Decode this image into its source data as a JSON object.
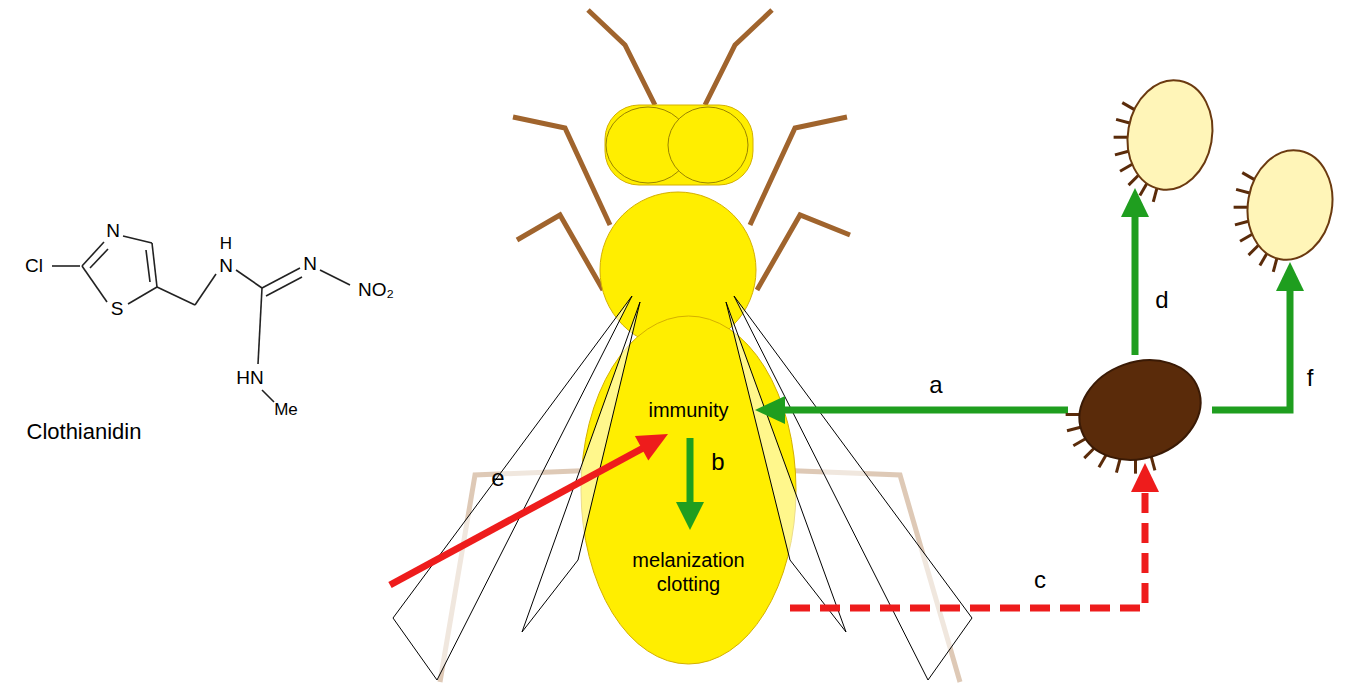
{
  "diagram": {
    "nodes": [
      {
        "text": [
          "immunity",
          "melanization clotting"
        ]
      }
    ],
    "labels": [
      "Cl",
      "N",
      "S",
      "H",
      "N",
      "N",
      "NO₂",
      "HN",
      "Me",
      "Clothianidin",
      "e",
      "b",
      "a",
      "c",
      "d",
      "f"
    ]
  }
}
